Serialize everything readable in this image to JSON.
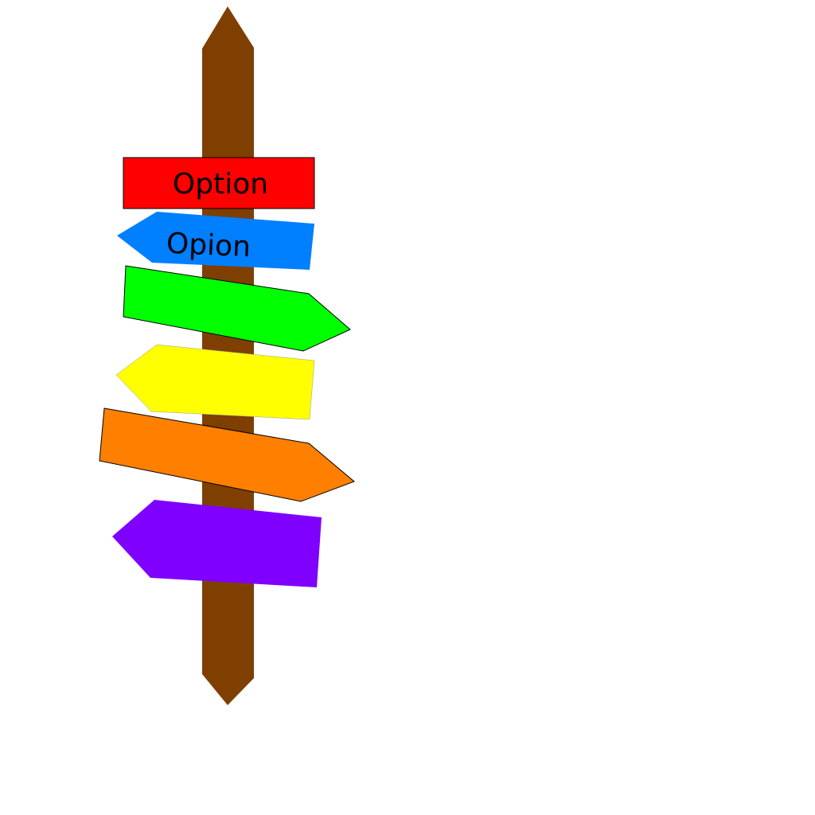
{
  "signpost": {
    "post_color": "#7f3f00",
    "signs": [
      {
        "label": "Option",
        "color": "#ff0000",
        "direction": "none"
      },
      {
        "label": "Opion",
        "color": "#007fff",
        "direction": "left"
      },
      {
        "color": "#00ff00",
        "direction": "right"
      },
      {
        "color": "#ffff00",
        "direction": "left"
      },
      {
        "color": "#ff7f00",
        "direction": "right"
      },
      {
        "color": "#7f00ff",
        "direction": "left"
      }
    ]
  }
}
